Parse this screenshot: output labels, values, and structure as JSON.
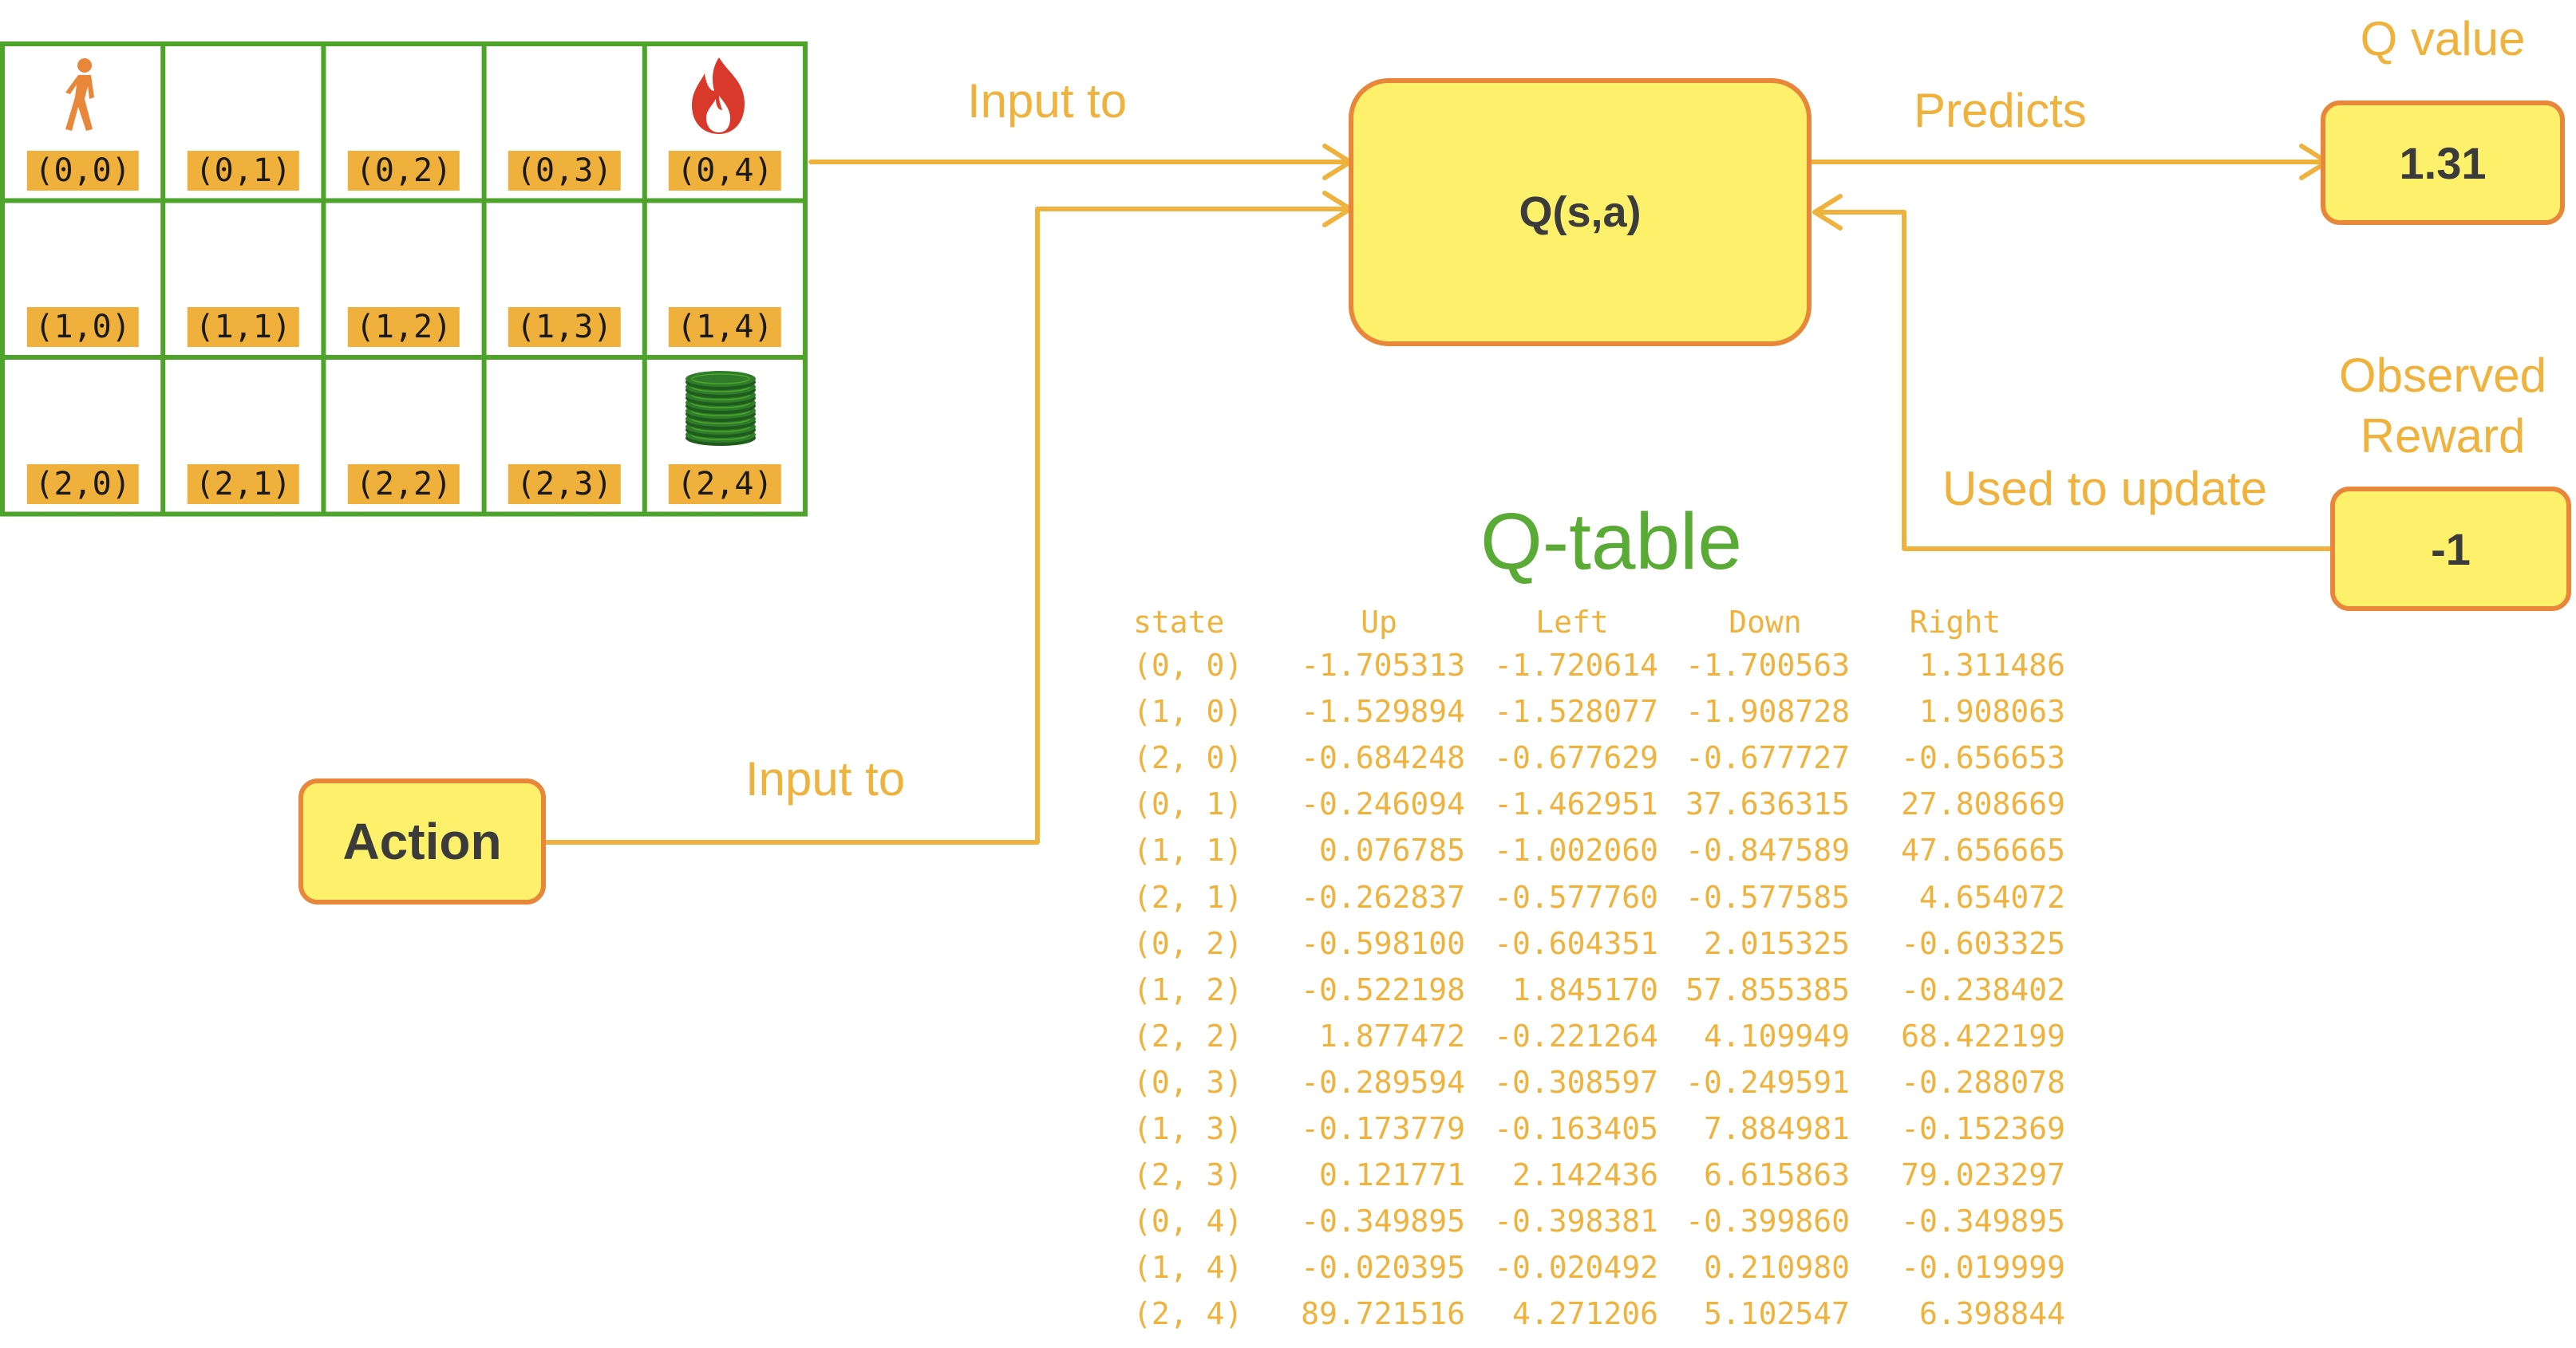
{
  "grid": {
    "rows": [
      [
        "(0,0)",
        "(0,1)",
        "(0,2)",
        "(0,3)",
        "(0,4)"
      ],
      [
        "(1,0)",
        "(1,1)",
        "(1,2)",
        "(1,3)",
        "(1,4)"
      ],
      [
        "(2,0)",
        "(2,1)",
        "(2,2)",
        "(2,3)",
        "(2,4)"
      ]
    ],
    "icons": {
      "agent": {
        "cell": "(0,0)",
        "icon": "walking-person-icon"
      },
      "fire": {
        "cell": "(0,4)",
        "icon": "fire-icon"
      },
      "reward": {
        "cell": "(2,4)",
        "icon": "coin-stack-icon"
      }
    },
    "border_color": "#4ea32a",
    "label_color": "#f0b13c"
  },
  "nodes": {
    "q_function": "Q(s,a)",
    "action": "Action",
    "q_value_box": "1.31",
    "q_value_title": "Q value",
    "reward_box": "-1",
    "reward_title_line1": "Observed",
    "reward_title_line2": "Reward"
  },
  "edge_labels": {
    "state_input": "Input to",
    "action_input": "Input to",
    "predicts": "Predicts",
    "update": "Used to update"
  },
  "qtable": {
    "title": "Q-table",
    "columns": [
      "state",
      "Up",
      "Left",
      "Down",
      "Right"
    ],
    "rows": [
      [
        "(0, 0)",
        "-1.705313",
        "-1.720614",
        "-1.700563",
        "1.311486"
      ],
      [
        "(1, 0)",
        "-1.529894",
        "-1.528077",
        "-1.908728",
        "1.908063"
      ],
      [
        "(2, 0)",
        "-0.684248",
        "-0.677629",
        "-0.677727",
        "-0.656653"
      ],
      [
        "(0, 1)",
        "-0.246094",
        "-1.462951",
        "37.636315",
        "27.808669"
      ],
      [
        "(1, 1)",
        "0.076785",
        "-1.002060",
        "-0.847589",
        "47.656665"
      ],
      [
        "(2, 1)",
        "-0.262837",
        "-0.577760",
        "-0.577585",
        "4.654072"
      ],
      [
        "(0, 2)",
        "-0.598100",
        "-0.604351",
        "2.015325",
        "-0.603325"
      ],
      [
        "(1, 2)",
        "-0.522198",
        "1.845170",
        "57.855385",
        "-0.238402"
      ],
      [
        "(2, 2)",
        "1.877472",
        "-0.221264",
        "4.109949",
        "68.422199"
      ],
      [
        "(0, 3)",
        "-0.289594",
        "-0.308597",
        "-0.249591",
        "-0.288078"
      ],
      [
        "(1, 3)",
        "-0.173779",
        "-0.163405",
        "7.884981",
        "-0.152369"
      ],
      [
        "(2, 3)",
        "0.121771",
        "2.142436",
        "6.615863",
        "79.023297"
      ],
      [
        "(0, 4)",
        "-0.349895",
        "-0.398381",
        "-0.399860",
        "-0.349895"
      ],
      [
        "(1, 4)",
        "-0.020395",
        "-0.020492",
        "0.210980",
        "-0.019999"
      ],
      [
        "(2, 4)",
        "89.721516",
        "4.271206",
        "5.102547",
        "6.398844"
      ]
    ]
  },
  "colors": {
    "arrow": "#efb23d",
    "box_fill": "#fdf06b",
    "box_border": "#e8863a",
    "qtable_title": "#5aaa36"
  }
}
